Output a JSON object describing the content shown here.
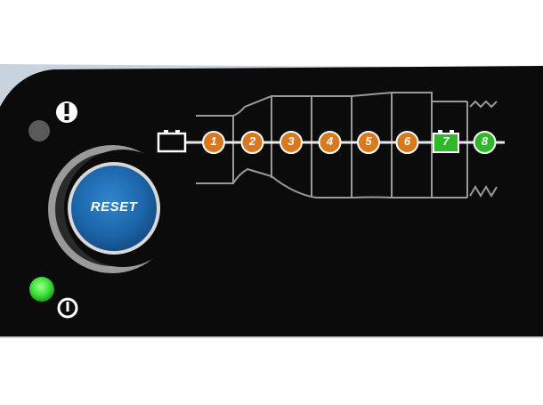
{
  "panel": {
    "reset_button_label": "RESET"
  },
  "indicators": {
    "warning_icon": "exclamation-icon",
    "power_icon": "power-icon",
    "warning_led_state": "off",
    "power_led_state": "on"
  },
  "charge_steps": [
    {
      "label": "1",
      "state": "inactive"
    },
    {
      "label": "2",
      "state": "inactive"
    },
    {
      "label": "3",
      "state": "inactive"
    },
    {
      "label": "4",
      "state": "inactive"
    },
    {
      "label": "5",
      "state": "inactive"
    },
    {
      "label": "6",
      "state": "inactive"
    },
    {
      "label": "7",
      "state": "active"
    },
    {
      "label": "8",
      "state": "inactive"
    }
  ],
  "colors": {
    "panel_bg": "#0a0a0a",
    "step_orange": "#d9781c",
    "step_green": "#2fb82a",
    "reset_blue": "#1f6fb5",
    "power_led": "#3ee03a",
    "rail": "#e8e8e8"
  }
}
